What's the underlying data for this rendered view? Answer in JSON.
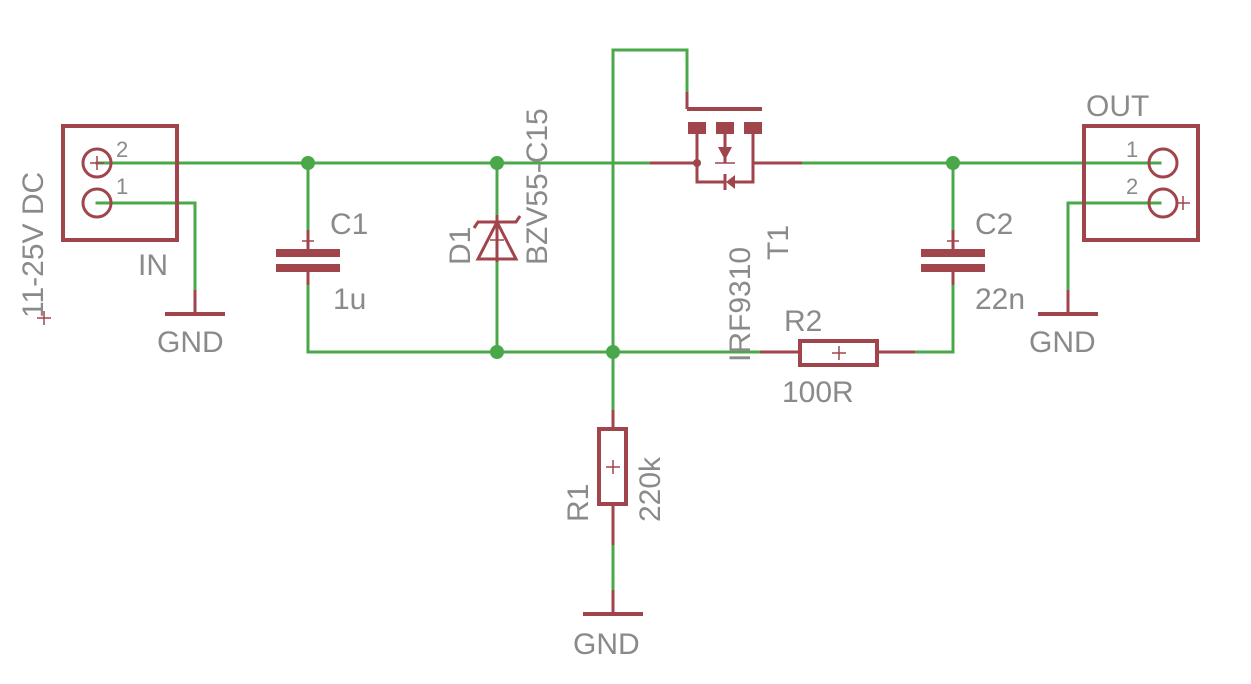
{
  "schematic": {
    "input_voltage": "11-25V DC",
    "connectors": {
      "in": {
        "name": "IN",
        "pins": [
          "2",
          "1"
        ]
      },
      "out": {
        "name": "OUT",
        "pins": [
          "1",
          "2"
        ]
      }
    },
    "gnd_label": "GND",
    "components": {
      "c1": {
        "ref": "C1",
        "value": "1u"
      },
      "c2": {
        "ref": "C2",
        "value": "22n"
      },
      "d1": {
        "ref": "D1",
        "value": "BZV55-C15"
      },
      "t1": {
        "ref": "T1",
        "value": "IRF9310"
      },
      "r1": {
        "ref": "R1",
        "value": "220k"
      },
      "r2": {
        "ref": "R2",
        "value": "100R"
      }
    },
    "colors": {
      "wire": "#4aa84a",
      "part": "#a0454b",
      "text": "#8a8a8a",
      "background": "#ffffff"
    }
  }
}
